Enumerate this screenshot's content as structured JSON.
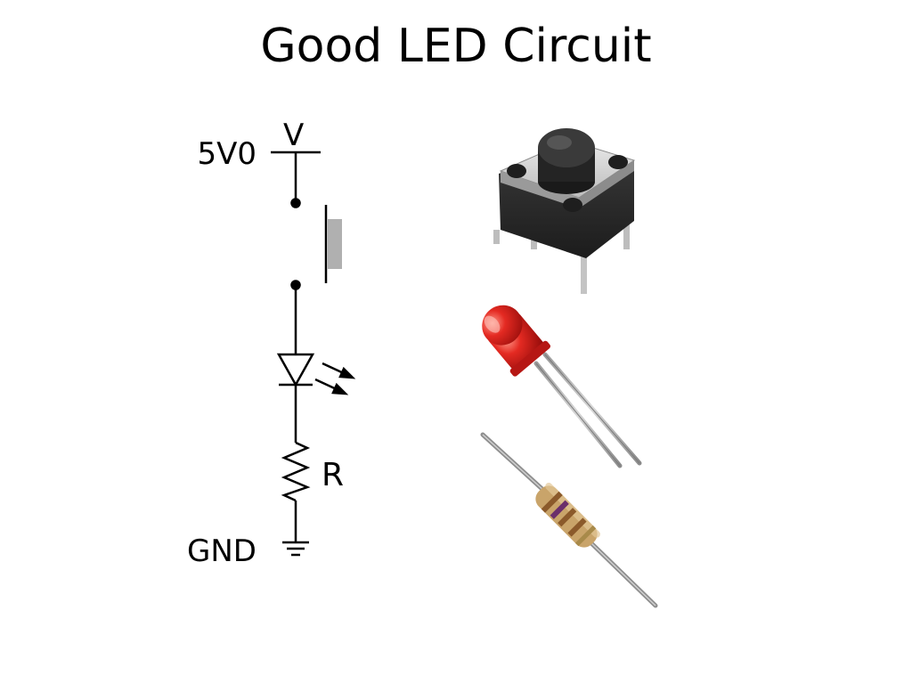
{
  "slide": {
    "title": "Good LED Circuit"
  },
  "schematic": {
    "supply_label": "5V0",
    "supply_symbol": "V",
    "resistor_label": "R",
    "ground_label": "GND"
  },
  "photos": {
    "button_icon": "tactile-push-button",
    "led_icon": "red-led",
    "resistor_icon": "resistor"
  },
  "colors": {
    "led_red": "#d92020",
    "button_body": "#2b2b2b",
    "resistor_body": "#c9a46a"
  }
}
